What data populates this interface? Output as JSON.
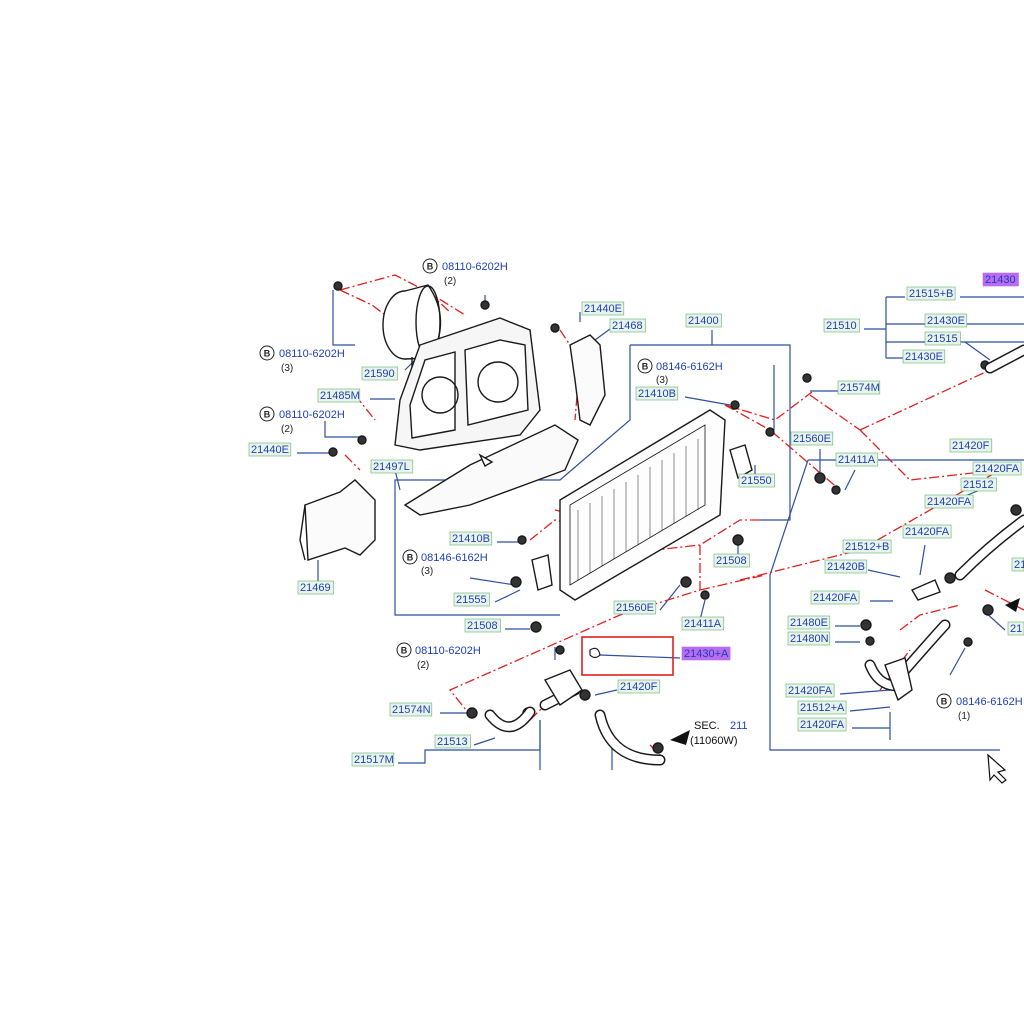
{
  "colors": {
    "label_text": "#1f3fb8",
    "label_bg": "#e8f4ea",
    "label_border": "#5fb26a",
    "leader": "#2f4f9f",
    "phantom": "#e02020",
    "part_line": "#1a1a1a",
    "highlight_bg": "#b86cf0",
    "highlight_box": "#e02020"
  },
  "labels": {
    "p21430": "21430",
    "p21515B": "21515+B",
    "p21510": "21510",
    "p21430E_a": "21430E",
    "p21515": "21515",
    "p21430E_b": "21430E",
    "p21574M": "21574M",
    "p21420F_r": "21420F",
    "p21420FA_1": "21420FA",
    "p21512": "21512",
    "p21420FA_2": "21420FA",
    "p21420FA_3": "21420FA",
    "p21512B": "21512+B",
    "p21420B": "21420B",
    "p21420FA_4": "21420FA",
    "p21480E": "21480E",
    "p21480N": "21480N",
    "p21420FA_5": "21420FA",
    "p21512A": "21512+A",
    "p21420FA_6": "21420FA",
    "p21400": "21400",
    "p21440E_top": "21440E",
    "p21468": "21468",
    "p21410B_top": "21410B",
    "p21560E_top": "21560E",
    "p21411A_top": "21411A",
    "p21550": "21550",
    "p21508_r": "21508",
    "p21485M": "21485M",
    "p21590": "21590",
    "p21440E_left": "21440E",
    "p21497L": "21497L",
    "p21469": "21469",
    "p21410B_mid": "21410B",
    "p21555": "21555",
    "p21560E_bot": "21560E",
    "p21411A_bot": "21411A",
    "p21508_bot": "21508",
    "p21430A": "21430+A",
    "p21420F_bot": "21420F",
    "p21574N": "21574N",
    "p21513": "21513",
    "p21517M": "21517M",
    "p21_edge1": "21",
    "p21_edge2": "21"
  },
  "bolt_refs": {
    "b1_code": "08110-6202H",
    "b1_qty": "(2)",
    "b2_code": "08110-6202H",
    "b2_qty": "(3)",
    "b3_code": "08110-6202H",
    "b3_qty": "(2)",
    "b4_code": "08146-6162H",
    "b4_qty": "(3)",
    "b5_code": "08146-6162H",
    "b5_qty": "(3)",
    "b6_code": "08110-6202H",
    "b6_qty": "(2)",
    "b7_code": "08146-6162H",
    "b7_qty": "(1)",
    "circle_letter": "B"
  },
  "section_ref": {
    "sec_word": "SEC.",
    "sec_num": "211",
    "sub_ref": "(11060W)"
  }
}
